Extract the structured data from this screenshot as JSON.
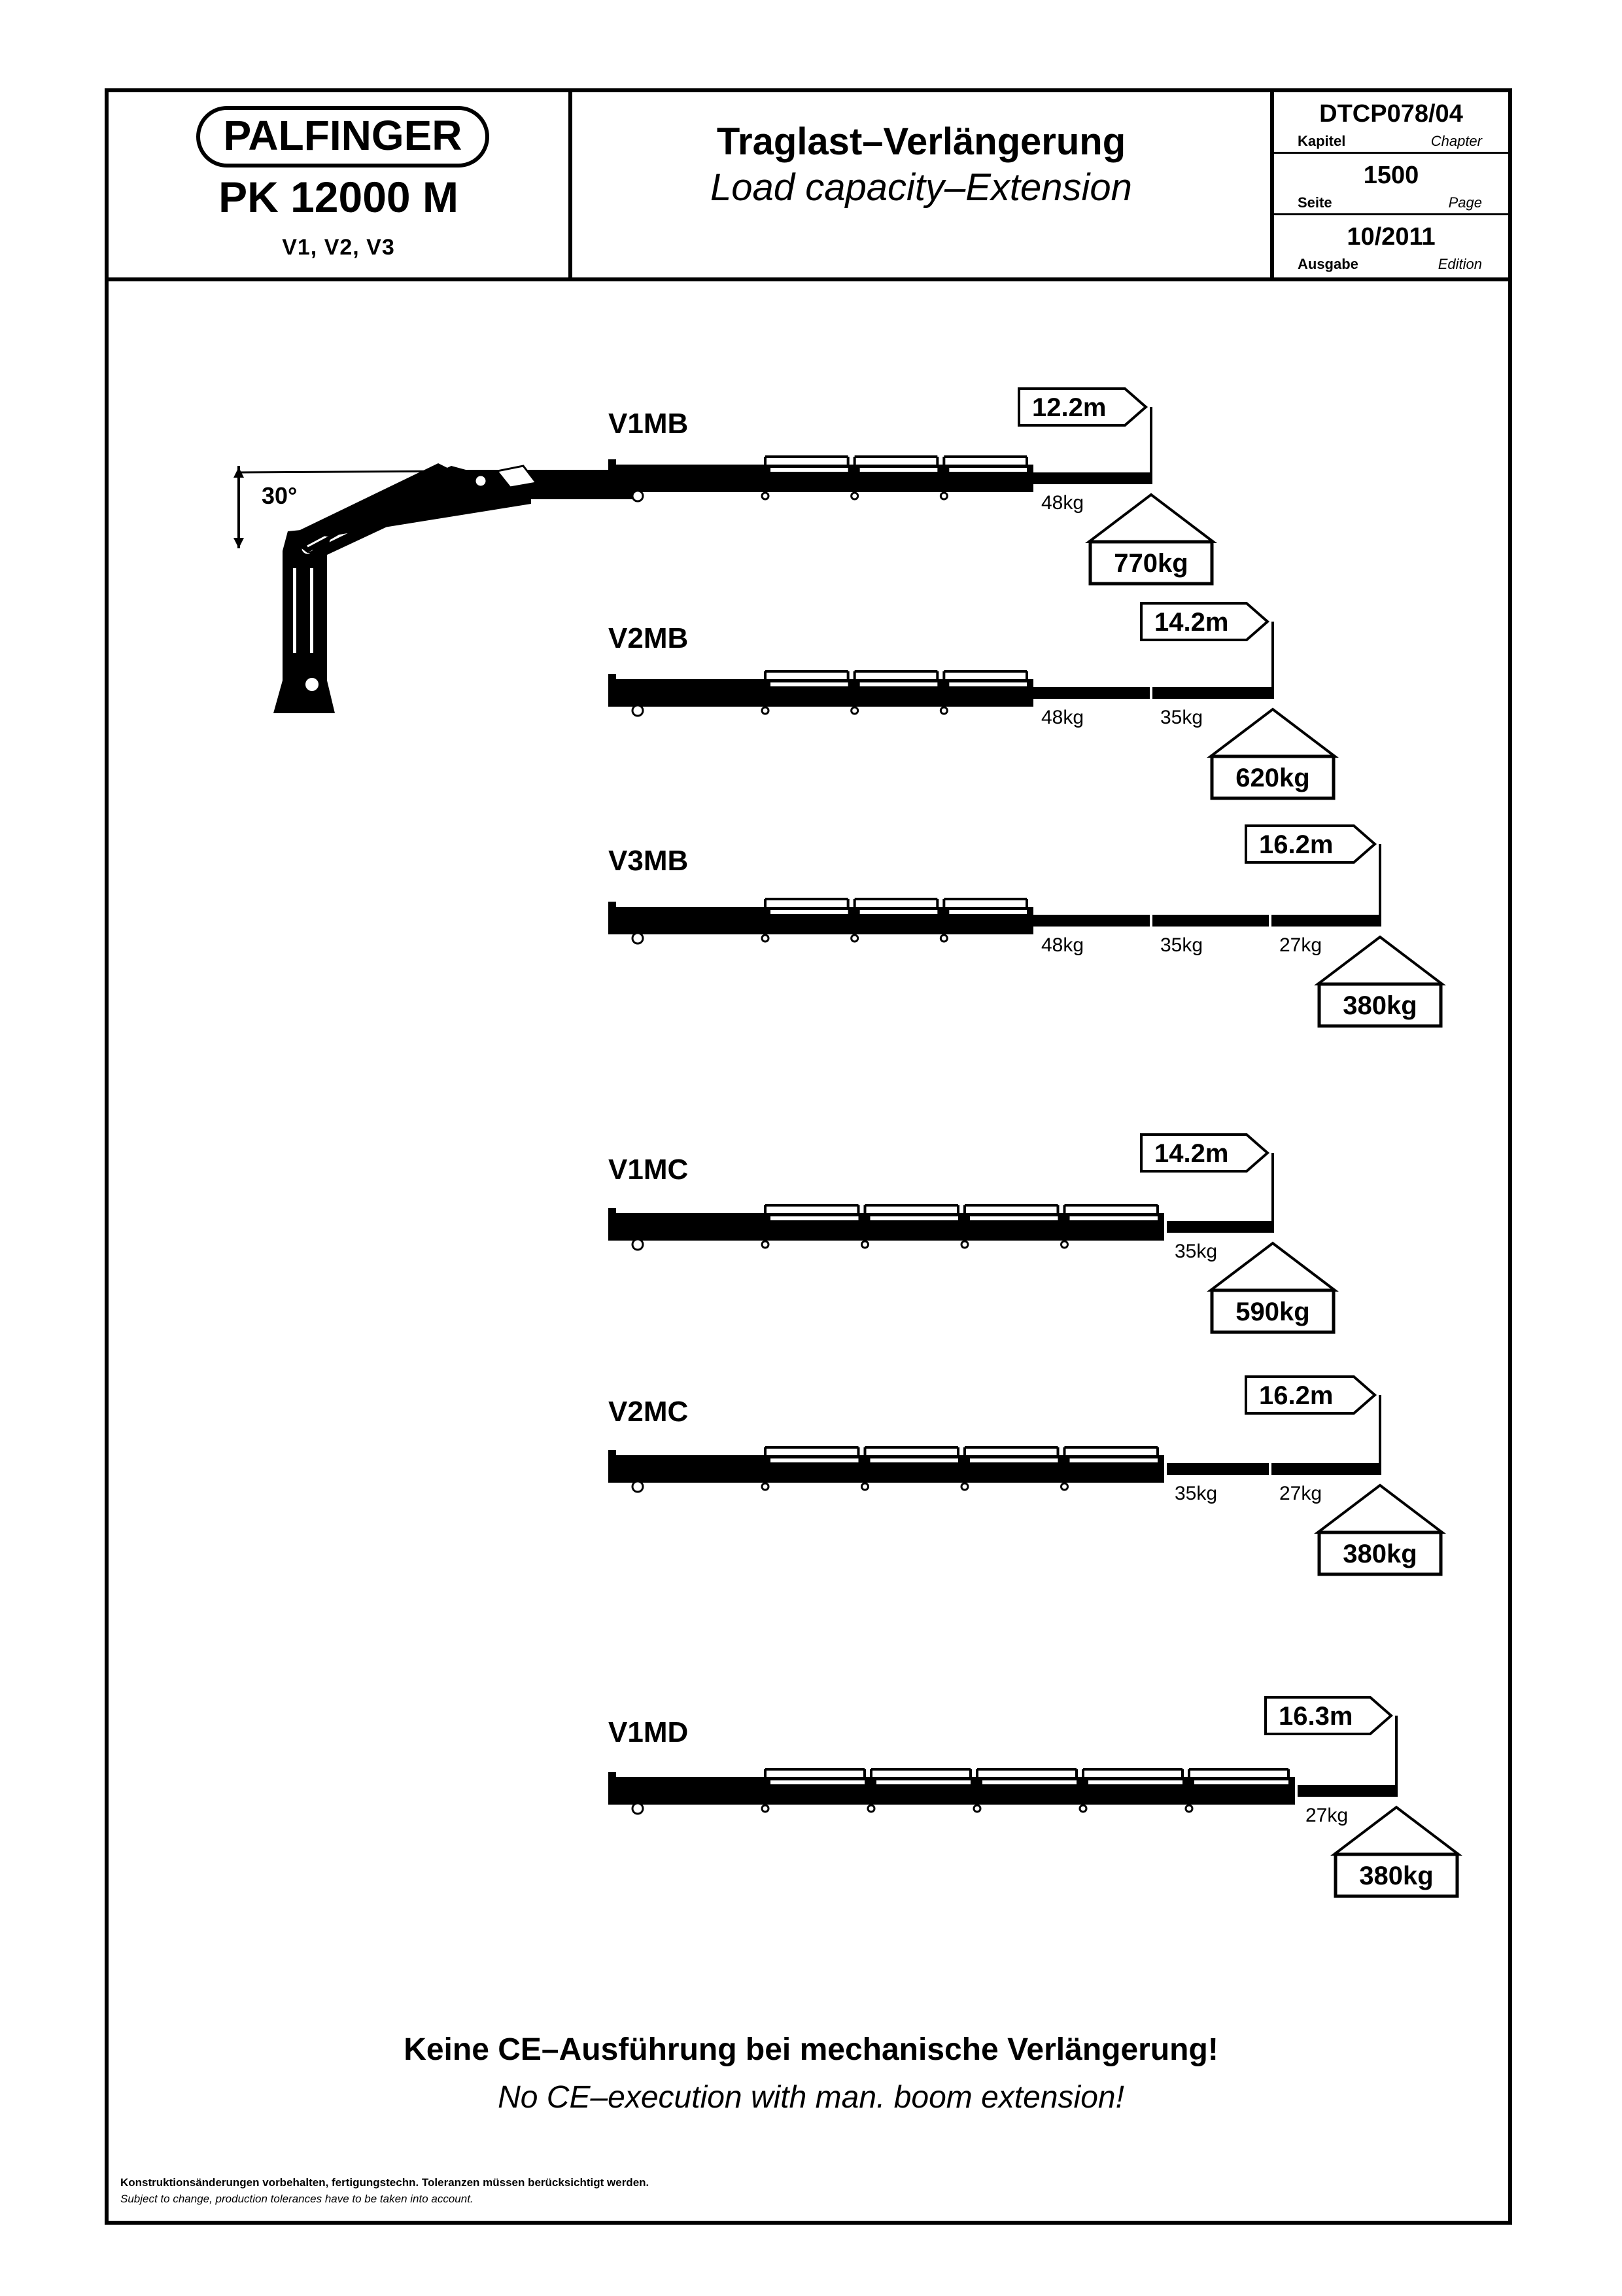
{
  "header": {
    "brand": "PALFINGER",
    "model": "PK 12000 M",
    "variants": "V1, V2, V3",
    "title_de": "Traglast–Verlängerung",
    "title_en": "Load capacity–Extension",
    "chapter_value": "DTCP078/04",
    "chapter_label_de": "Kapitel",
    "chapter_label_en": "Chapter",
    "page_value": "1500",
    "page_label_de": "Seite",
    "page_label_en": "Page",
    "edition_value": "10/2011",
    "edition_label_de": "Ausgabe",
    "edition_label_en": "Edition"
  },
  "crane": {
    "angle_label": "30°"
  },
  "configurations": [
    {
      "name": "V1MB",
      "reach": "12.2m",
      "capacity": "770kg",
      "extension_weights": [
        "48kg"
      ]
    },
    {
      "name": "V2MB",
      "reach": "14.2m",
      "capacity": "620kg",
      "extension_weights": [
        "48kg",
        "35kg"
      ]
    },
    {
      "name": "V3MB",
      "reach": "16.2m",
      "capacity": "380kg",
      "extension_weights": [
        "48kg",
        "35kg",
        "27kg"
      ]
    },
    {
      "name": "V1MC",
      "reach": "14.2m",
      "capacity": "590kg",
      "extension_weights": [
        "35kg"
      ]
    },
    {
      "name": "V2MC",
      "reach": "16.2m",
      "capacity": "380kg",
      "extension_weights": [
        "35kg",
        "27kg"
      ]
    },
    {
      "name": "V1MD",
      "reach": "16.3m",
      "capacity": "380kg",
      "extension_weights": [
        "27kg"
      ]
    }
  ],
  "notice": {
    "de": "Keine CE–Ausführung bei mechanische Verlängerung!",
    "en": "No CE–execution with man. boom extension!"
  },
  "footnote": {
    "de": "Konstruktionsänderungen vorbehalten, fertigungstechn. Toleranzen müssen berücksichtigt werden.",
    "en": "Subject to change, production tolerances have to be taken into account."
  }
}
